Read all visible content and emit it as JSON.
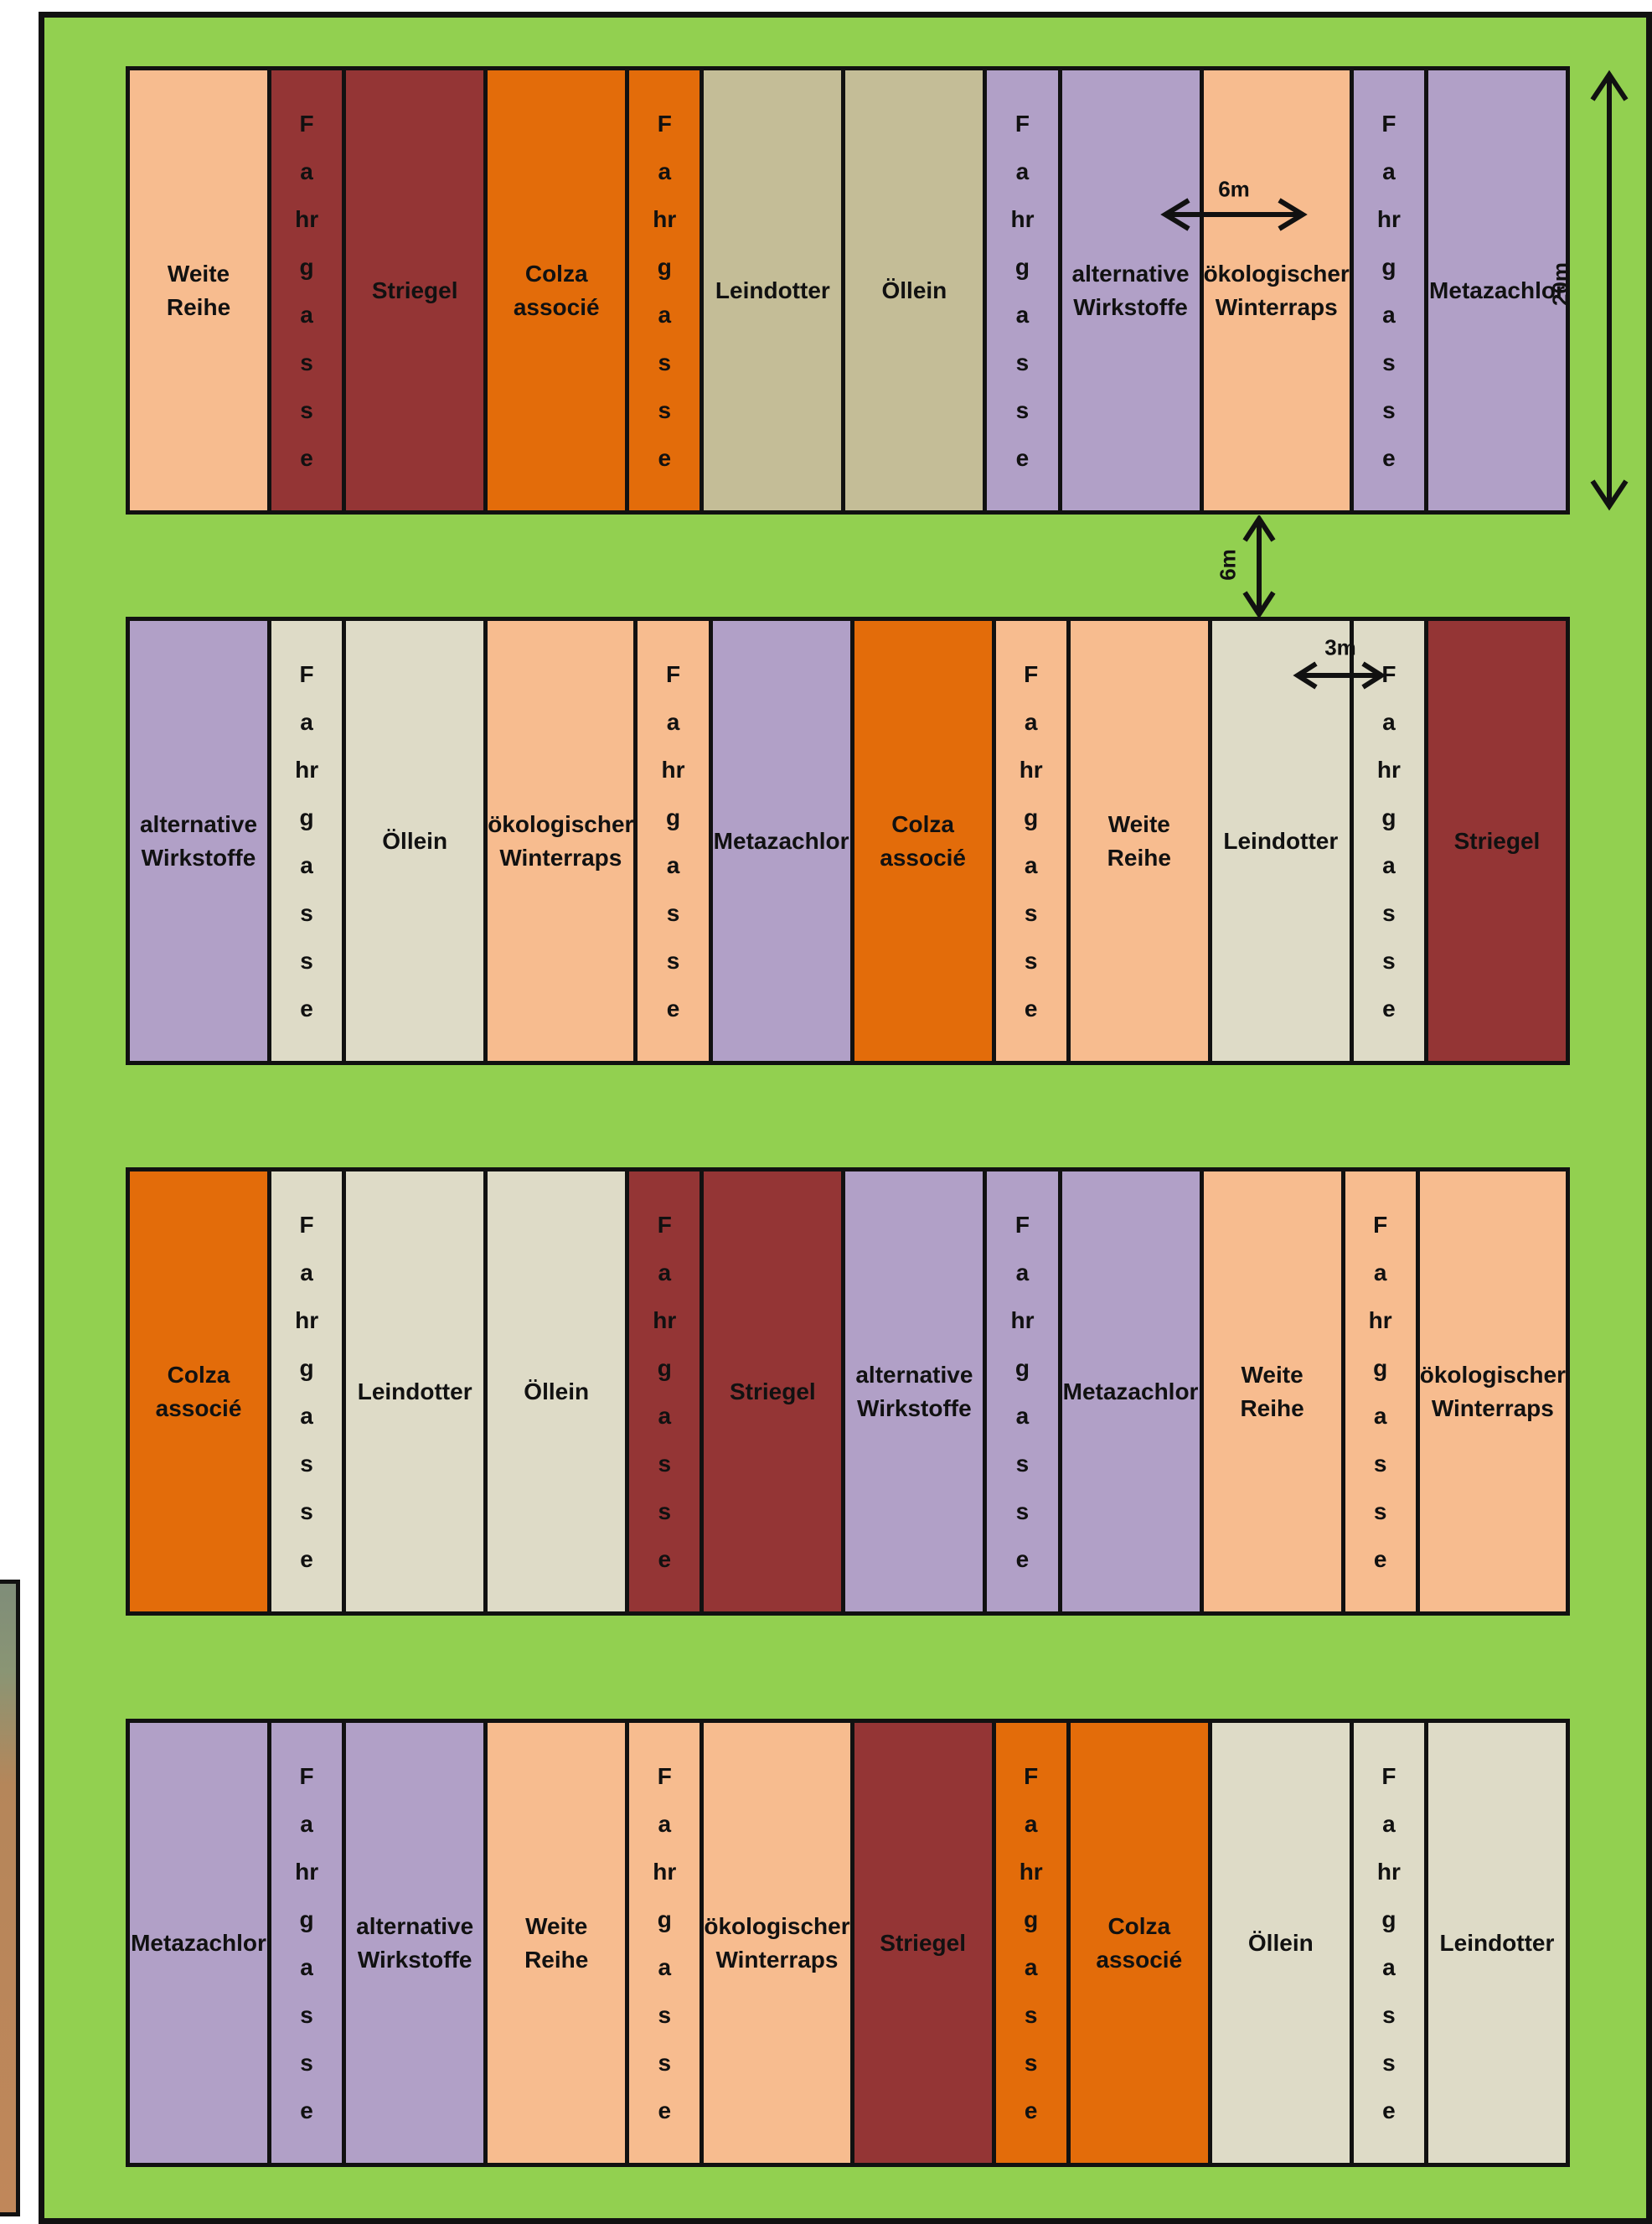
{
  "colors": {
    "background": "#92d050",
    "Fahrgasse": "#dedbc7",
    "Weite Reihe": "#f7bc8f",
    "Striegel": "#943535",
    "Colza associé": "#e36c0a",
    "Leindotter": "#c4bd97",
    "Öllein": "#c4bd97",
    "alternative Wirkstoffe": "#b1a0c7",
    "ökologischer Winterraps": "#f7bc8f",
    "Metazachlor": "#b1a0c7",
    "light_beige": "#dedbc7",
    "lavender": "#b1a0c7",
    "peach": "#f7bc8f",
    "dark_red": "#943535",
    "orange": "#e36c0a"
  },
  "annotations": {
    "plot_length": "20m",
    "plot_width": "6m",
    "block_gap": "6m",
    "lane_width": "3m"
  },
  "blocks": [
    {
      "cells": [
        {
          "label": "Weite\nReihe",
          "kind": "plot",
          "color": "#f7bc8f"
        },
        {
          "label": "Fahrgasse",
          "kind": "lane",
          "color": "#943535"
        },
        {
          "label": "Striegel",
          "kind": "plot",
          "color": "#943535"
        },
        {
          "label": "Colza\nassocié",
          "kind": "plot",
          "color": "#e36c0a"
        },
        {
          "label": "Fahrgasse",
          "kind": "lane",
          "color": "#e36c0a"
        },
        {
          "label": "Leindotter",
          "kind": "plot",
          "color": "#c4bd97"
        },
        {
          "label": "Öllein",
          "kind": "plot",
          "color": "#c4bd97"
        },
        {
          "label": "Fahrgasse",
          "kind": "lane",
          "color": "#b1a0c7"
        },
        {
          "label": "alternative\nWirkstoffe",
          "kind": "plot",
          "color": "#b1a0c7"
        },
        {
          "label": "ökologischer\nWinterraps",
          "kind": "plot",
          "color": "#f7bc8f"
        },
        {
          "label": "Fahrgasse",
          "kind": "lane",
          "color": "#b1a0c7"
        },
        {
          "label": "Metazachlor",
          "kind": "plot",
          "color": "#b1a0c7"
        }
      ]
    },
    {
      "cells": [
        {
          "label": "alternative\nWirkstoffe",
          "kind": "plot",
          "color": "#b1a0c7"
        },
        {
          "label": "Fahrgasse",
          "kind": "lane",
          "color": "#dedbc7"
        },
        {
          "label": "Öllein",
          "kind": "plot",
          "color": "#dedbc7"
        },
        {
          "label": "ökologischer\nWinterraps",
          "kind": "plot",
          "color": "#f7bc8f"
        },
        {
          "label": "Fahrgasse",
          "kind": "lane",
          "color": "#f7bc8f"
        },
        {
          "label": "Metazachlor",
          "kind": "plot",
          "color": "#b1a0c7"
        },
        {
          "label": "Colza\nassocié",
          "kind": "plot",
          "color": "#e36c0a"
        },
        {
          "label": "Fahrgasse",
          "kind": "lane",
          "color": "#f7bc8f"
        },
        {
          "label": "Weite\nReihe",
          "kind": "plot",
          "color": "#f7bc8f"
        },
        {
          "label": "Leindotter",
          "kind": "plot",
          "color": "#dedbc7"
        },
        {
          "label": "Fahrgasse",
          "kind": "lane",
          "color": "#dedbc7"
        },
        {
          "label": "Striegel",
          "kind": "plot",
          "color": "#943535"
        }
      ]
    },
    {
      "cells": [
        {
          "label": "Colza\nassocié",
          "kind": "plot",
          "color": "#e36c0a"
        },
        {
          "label": "Fahrgasse",
          "kind": "lane",
          "color": "#dedbc7"
        },
        {
          "label": "Leindotter",
          "kind": "plot",
          "color": "#dedbc7"
        },
        {
          "label": "Öllein",
          "kind": "plot",
          "color": "#dedbc7"
        },
        {
          "label": "Fahrgasse",
          "kind": "lane",
          "color": "#943535"
        },
        {
          "label": "Striegel",
          "kind": "plot",
          "color": "#943535"
        },
        {
          "label": "alternative\nWirkstoffe",
          "kind": "plot",
          "color": "#b1a0c7"
        },
        {
          "label": "Fahrgasse",
          "kind": "lane",
          "color": "#b1a0c7"
        },
        {
          "label": "Metazachlor",
          "kind": "plot",
          "color": "#b1a0c7"
        },
        {
          "label": "Weite\nReihe",
          "kind": "plot",
          "color": "#f7bc8f"
        },
        {
          "label": "Fahrgasse",
          "kind": "lane",
          "color": "#f7bc8f"
        },
        {
          "label": "ökologischer\nWinterraps",
          "kind": "plot",
          "color": "#f7bc8f"
        }
      ]
    },
    {
      "cells": [
        {
          "label": "Metazachlor",
          "kind": "plot",
          "color": "#b1a0c7"
        },
        {
          "label": "Fahrgasse",
          "kind": "lane",
          "color": "#b1a0c7"
        },
        {
          "label": "alternative\nWirkstoffe",
          "kind": "plot",
          "color": "#b1a0c7"
        },
        {
          "label": "Weite\nReihe",
          "kind": "plot",
          "color": "#f7bc8f"
        },
        {
          "label": "Fahrgasse",
          "kind": "lane",
          "color": "#f7bc8f"
        },
        {
          "label": "ökologischer\nWinterraps",
          "kind": "plot",
          "color": "#f7bc8f"
        },
        {
          "label": "Striegel",
          "kind": "plot",
          "color": "#943535"
        },
        {
          "label": "Fahrgasse",
          "kind": "lane",
          "color": "#e36c0a"
        },
        {
          "label": "Colza\nassocié",
          "kind": "plot",
          "color": "#e36c0a"
        },
        {
          "label": "Öllein",
          "kind": "plot",
          "color": "#dedbc7"
        },
        {
          "label": "Fahrgasse",
          "kind": "lane",
          "color": "#dedbc7"
        },
        {
          "label": "Leindotter",
          "kind": "plot",
          "color": "#dedbc7"
        }
      ]
    }
  ]
}
